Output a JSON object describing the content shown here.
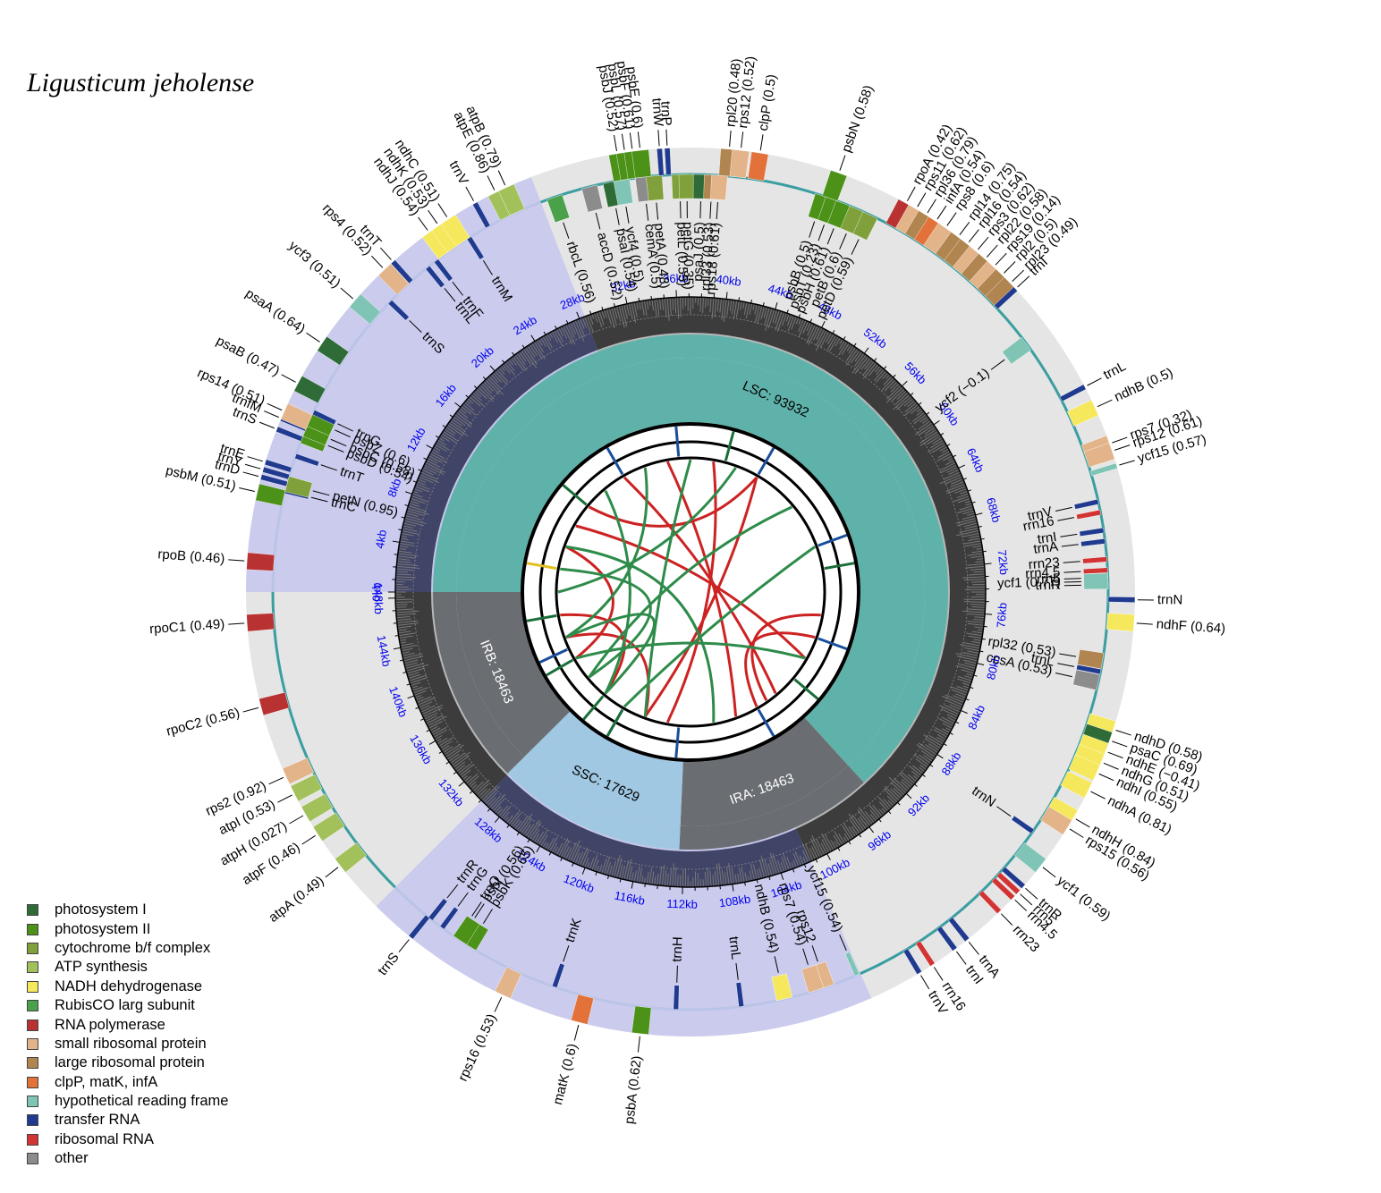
{
  "title": "Ligusticum jeholense",
  "legend": [
    {
      "label": "photosystem I",
      "color": "#2e6b36"
    },
    {
      "label": "photosystem II",
      "color": "#4c9118"
    },
    {
      "label": "cytochrome b/f complex",
      "color": "#7fa03a"
    },
    {
      "label": "ATP synthesis",
      "color": "#a3c15a"
    },
    {
      "label": "NADH dehydrogenase",
      "color": "#f5e85c"
    },
    {
      "label": "RubisCO larg subunit",
      "color": "#4aa14a"
    },
    {
      "label": "RNA polymerase",
      "color": "#b83232"
    },
    {
      "label": "small ribosomal protein",
      "color": "#e3b489"
    },
    {
      "label": "large ribosomal protein",
      "color": "#b08550"
    },
    {
      "label": "clpP, matK, infA",
      "color": "#e2723a"
    },
    {
      "label": "hypothetical reading frame",
      "color": "#7fc4b4"
    },
    {
      "label": "transfer RNA",
      "color": "#1f3a8f"
    },
    {
      "label": "ribosomal RNA",
      "color": "#d23333"
    },
    {
      "label": "other",
      "color": "#8c8c8c"
    }
  ],
  "regions": [
    {
      "label": "LSC: 93932",
      "start": 0,
      "end": 93932,
      "color": "#5fb2aa",
      "text_color": "#000000"
    },
    {
      "label": "IRA: 18463",
      "start": 93932,
      "end": 112395,
      "color": "#6a6e72",
      "text_color": "#ffffff"
    },
    {
      "label": "SSC: 17629",
      "start": 112395,
      "end": 130024,
      "color": "#a0c8e2",
      "text_color": "#000000"
    },
    {
      "label": "IRB: 18463",
      "start": 130024,
      "end": 148487,
      "color": "#6a6e72",
      "text_color": "#ffffff"
    }
  ],
  "genome_length": 148487,
  "ticks": [
    "4kb",
    "8kb",
    "12kb",
    "16kb",
    "20kb",
    "24kb",
    "28kb",
    "32kb",
    "36kb",
    "40kb",
    "44kb",
    "48kb",
    "52kb",
    "56kb",
    "60kb",
    "64kb",
    "68kb",
    "72kb",
    "76kb",
    "80kb",
    "84kb",
    "88kb",
    "92kb",
    "96kb",
    "100kb",
    "104kb",
    "108kb",
    "112kb",
    "116kb",
    "120kb",
    "124kb",
    "128kb",
    "132kb",
    "136kb",
    "140kb",
    "144kb",
    "148kb",
    "0kb"
  ],
  "genes": [
    {
      "label": "psbA (0.62)",
      "angle": 263.5,
      "side": "out",
      "color": "#4c9118"
    },
    {
      "label": "trnH",
      "angle": 268.0,
      "side": "in",
      "color": "#1f3a8f"
    },
    {
      "label": "matK (0.6)",
      "angle": 255.5,
      "side": "out",
      "color": "#e2723a"
    },
    {
      "label": "trnK",
      "angle": 251.0,
      "side": "in",
      "color": "#1f3a8f"
    },
    {
      "label": "rps16 (0.53)",
      "angle": 245.0,
      "side": "out",
      "color": "#e3b489"
    },
    {
      "label": "trnQ",
      "angle": 236.0,
      "side": "in",
      "color": "#1f3a8f"
    },
    {
      "label": "trnS",
      "angle": 231.0,
      "side": "out",
      "color": "#1f3a8f"
    },
    {
      "label": "psbK (0.65)",
      "angle": 238.0,
      "side": "in",
      "color": "#4c9118"
    },
    {
      "label": "psbI (0.56)",
      "angle": 236.5,
      "side": "in",
      "color": "#4c9118"
    },
    {
      "label": "trnG",
      "angle": 233.5,
      "side": "in",
      "color": "#1f3a8f"
    },
    {
      "label": "trnR",
      "angle": 231.5,
      "side": "in",
      "color": "#1f3a8f"
    },
    {
      "label": "atpA (0.49)",
      "angle": 218.0,
      "side": "out",
      "color": "#a3c15a"
    },
    {
      "label": "atpF (0.46)",
      "angle": 213.0,
      "side": "out",
      "color": "#a3c15a"
    },
    {
      "label": "atpH (0.027)",
      "angle": 210.0,
      "side": "out",
      "color": "#a3c15a"
    },
    {
      "label": "atpI (0.53)",
      "angle": 207.0,
      "side": "out",
      "color": "#a3c15a"
    },
    {
      "label": "rps2 (0.92)",
      "angle": 204.5,
      "side": "out",
      "color": "#e3b489"
    },
    {
      "label": "rpoC2 (0.56)",
      "angle": 195.0,
      "side": "out",
      "color": "#b83232"
    },
    {
      "label": "rpoC1 (0.49)",
      "angle": 184.0,
      "side": "out",
      "color": "#b83232"
    },
    {
      "label": "rpoB (0.46)",
      "angle": 176.0,
      "side": "out",
      "color": "#b83232"
    },
    {
      "label": "psbM (0.51)",
      "angle": 167.0,
      "side": "out",
      "color": "#4c9118"
    },
    {
      "label": "trnD",
      "angle": 165.0,
      "side": "out",
      "color": "#1f3a8f"
    },
    {
      "label": "trnY",
      "angle": 164.0,
      "side": "out",
      "color": "#1f3a8f"
    },
    {
      "label": "trnE",
      "angle": 163.0,
      "side": "out",
      "color": "#1f3a8f"
    },
    {
      "label": "trnC",
      "angle": 166.0,
      "side": "in",
      "color": "#1f3a8f"
    },
    {
      "label": "petN (0.95)",
      "angle": 165.0,
      "side": "in",
      "color": "#7fa03a"
    },
    {
      "label": "trnT",
      "angle": 161.0,
      "side": "in",
      "color": "#1f3a8f"
    },
    {
      "label": "psbD (0.54)",
      "angle": 158.0,
      "side": "in",
      "color": "#4c9118"
    },
    {
      "label": "psbC (0.58)",
      "angle": 157.0,
      "side": "in",
      "color": "#4c9118"
    },
    {
      "label": "psbZ (0.6)",
      "angle": 155.5,
      "side": "in",
      "color": "#4c9118"
    },
    {
      "label": "trnG",
      "angle": 154.5,
      "side": "in",
      "color": "#1f3a8f"
    },
    {
      "label": "trnS",
      "angle": 158.5,
      "side": "out",
      "color": "#1f3a8f"
    },
    {
      "label": "trnfM",
      "angle": 157.0,
      "side": "out",
      "color": "#1f3a8f"
    },
    {
      "label": "rps14 (0.51)",
      "angle": 156.0,
      "side": "out",
      "color": "#e3b489"
    },
    {
      "label": "psaB (0.47)",
      "angle": 152.0,
      "side": "out",
      "color": "#2e6b36"
    },
    {
      "label": "psaA (0.64)",
      "angle": 146.0,
      "side": "out",
      "color": "#2e6b36"
    },
    {
      "label": "ycf3 (0.51)",
      "angle": 139.0,
      "side": "out",
      "color": "#7fc4b4"
    },
    {
      "label": "rps4 (0.52)",
      "angle": 133.5,
      "side": "out",
      "color": "#e3b489"
    },
    {
      "label": "trnT",
      "angle": 132.0,
      "side": "out",
      "color": "#1f3a8f"
    },
    {
      "label": "trnS",
      "angle": 136.0,
      "side": "in",
      "color": "#1f3a8f"
    },
    {
      "label": "trnL",
      "angle": 129.0,
      "side": "in",
      "color": "#1f3a8f"
    },
    {
      "label": "trnF",
      "angle": 127.5,
      "side": "in",
      "color": "#1f3a8f"
    },
    {
      "label": "ndhJ (0.54)",
      "angle": 126.0,
      "side": "out",
      "color": "#f5e85c"
    },
    {
      "label": "ndhK (0.53)",
      "angle": 124.5,
      "side": "out",
      "color": "#f5e85c"
    },
    {
      "label": "ndhC (0.51)",
      "angle": 123.0,
      "side": "out",
      "color": "#f5e85c"
    },
    {
      "label": "trnV",
      "angle": 119.0,
      "side": "out",
      "color": "#1f3a8f"
    },
    {
      "label": "trnM",
      "angle": 122.0,
      "side": "in",
      "color": "#1f3a8f"
    },
    {
      "label": "atpE (0.86)",
      "angle": 116.0,
      "side": "out",
      "color": "#a3c15a"
    },
    {
      "label": "atpB (0.79)",
      "angle": 114.5,
      "side": "out",
      "color": "#a3c15a"
    },
    {
      "label": "rbcL (0.56)",
      "angle": 109.0,
      "side": "in",
      "color": "#4aa14a"
    },
    {
      "label": "accD (0.52)",
      "angle": 104.0,
      "side": "in",
      "color": "#8c8c8c"
    },
    {
      "label": "psaI (0.54)",
      "angle": 101.0,
      "side": "in",
      "color": "#2e6b36"
    },
    {
      "label": "ycf4 (0.5)",
      "angle": 99.5,
      "side": "in",
      "color": "#7fc4b4"
    },
    {
      "label": "cemA (0.5)",
      "angle": 96.5,
      "side": "in",
      "color": "#8c8c8c"
    },
    {
      "label": "petA (0.48)",
      "angle": 95.0,
      "side": "in",
      "color": "#7fa03a"
    },
    {
      "label": "psbJ (0.52)",
      "angle": 99.5,
      "side": "out",
      "color": "#4c9118"
    },
    {
      "label": "psbL (0.57)",
      "angle": 98.5,
      "side": "out",
      "color": "#4c9118"
    },
    {
      "label": "psbF (0.61)",
      "angle": 97.5,
      "side": "out",
      "color": "#4c9118"
    },
    {
      "label": "psbE (0.6)",
      "angle": 96.5,
      "side": "out",
      "color": "#4c9118"
    },
    {
      "label": "trnW",
      "angle": 94.0,
      "side": "out",
      "color": "#1f3a8f"
    },
    {
      "label": "trnP",
      "angle": 93.0,
      "side": "out",
      "color": "#1f3a8f"
    },
    {
      "label": "petL (0.55)",
      "angle": 91.5,
      "side": "in",
      "color": "#7fa03a"
    },
    {
      "label": "petG (0.35)",
      "angle": 90.5,
      "side": "in",
      "color": "#7fa03a"
    },
    {
      "label": "psaJ (0.5)",
      "angle": 88.5,
      "side": "in",
      "color": "#2e6b36"
    },
    {
      "label": "rpl33 (0.53)",
      "angle": 87.0,
      "side": "in",
      "color": "#b08550"
    },
    {
      "label": "rps18 (0.61)",
      "angle": 86.0,
      "side": "in",
      "color": "#e3b489"
    },
    {
      "label": "rpl20 (0.48)",
      "angle": 85.0,
      "side": "out",
      "color": "#b08550"
    },
    {
      "label": "rps12 (0.52)",
      "angle": 83.5,
      "side": "out",
      "color": "#e3b489"
    },
    {
      "label": "clpP (0.5)",
      "angle": 81.0,
      "side": "out",
      "color": "#e2723a"
    },
    {
      "label": "psbB (0.5)",
      "angle": 71.5,
      "side": "in",
      "color": "#4c9118"
    },
    {
      "label": "psbT (0.23)",
      "angle": 70.0,
      "side": "in",
      "color": "#4c9118"
    },
    {
      "label": "psbH (0.61)",
      "angle": 68.5,
      "side": "in",
      "color": "#4c9118"
    },
    {
      "label": "petB (0.6)",
      "angle": 66.5,
      "side": "in",
      "color": "#7fa03a"
    },
    {
      "label": "petD (0.59)",
      "angle": 64.5,
      "side": "in",
      "color": "#7fa03a"
    },
    {
      "label": "psbN (0.58)",
      "angle": 70.5,
      "side": "out",
      "color": "#4c9118"
    },
    {
      "label": "rpoA (0.42)",
      "angle": 61.0,
      "side": "out",
      "color": "#b83232"
    },
    {
      "label": "rps11 (0.62)",
      "angle": 59.5,
      "side": "out",
      "color": "#e3b489"
    },
    {
      "label": "rpl36 (0.79)",
      "angle": 58.0,
      "side": "out",
      "color": "#b08550"
    },
    {
      "label": "infA (0.54)",
      "angle": 56.5,
      "side": "out",
      "color": "#e2723a"
    },
    {
      "label": "rps8 (0.6)",
      "angle": 55.0,
      "side": "out",
      "color": "#e3b489"
    },
    {
      "label": "rpl14 (0.75)",
      "angle": 53.0,
      "side": "out",
      "color": "#b08550"
    },
    {
      "label": "rpl16 (0.54)",
      "angle": 51.5,
      "side": "out",
      "color": "#b08550"
    },
    {
      "label": "rps3 (0.62)",
      "angle": 50.0,
      "side": "out",
      "color": "#e3b489"
    },
    {
      "label": "rpl22 (0.58)",
      "angle": 48.5,
      "side": "out",
      "color": "#b08550"
    },
    {
      "label": "rps19 (0.14)",
      "angle": 47.0,
      "side": "out",
      "color": "#e3b489"
    },
    {
      "label": "rpl2 (0.5)",
      "angle": 45.5,
      "side": "out",
      "color": "#b08550"
    },
    {
      "label": "rpl23 (0.49)",
      "angle": 44.0,
      "side": "out",
      "color": "#b08550"
    },
    {
      "label": "trnI",
      "angle": 43.0,
      "side": "out",
      "color": "#1f3a8f"
    },
    {
      "label": "ycf2 (−0.1)",
      "angle": 36.5,
      "side": "in",
      "color": "#7fc4b4"
    },
    {
      "label": "trnL",
      "angle": 27.5,
      "side": "out",
      "color": "#1f3a8f"
    },
    {
      "label": "ndhB (0.5)",
      "angle": 24.5,
      "side": "out",
      "color": "#f5e85c"
    },
    {
      "label": "rps7 (0.32)",
      "angle": 19.5,
      "side": "out",
      "color": "#e3b489"
    },
    {
      "label": "rps12 (0.61)",
      "angle": 18.5,
      "side": "out",
      "color": "#e3b489"
    },
    {
      "label": "ycf15 (0.57)",
      "angle": 16.5,
      "side": "out",
      "color": "#7fc4b4"
    },
    {
      "label": "trnV",
      "angle": 12.5,
      "side": "in",
      "color": "#1f3a8f"
    },
    {
      "label": "rrn16",
      "angle": 11.0,
      "side": "in",
      "color": "#d23333"
    },
    {
      "label": "trnI",
      "angle": 8.5,
      "side": "in",
      "color": "#1f3a8f"
    },
    {
      "label": "trnA",
      "angle": 7.0,
      "side": "in",
      "color": "#1f3a8f"
    },
    {
      "label": "rrn23",
      "angle": 4.5,
      "side": "in",
      "color": "#d23333"
    },
    {
      "label": "rrn4.5",
      "angle": 3.0,
      "side": "in",
      "color": "#d23333"
    },
    {
      "label": "rrn5",
      "angle": 2.0,
      "side": "in",
      "color": "#d23333"
    },
    {
      "label": "trnR",
      "angle": 1.0,
      "side": "in",
      "color": "#1f3a8f"
    },
    {
      "label": "trnN",
      "angle": -1.0,
      "side": "out",
      "color": "#1f3a8f"
    },
    {
      "label": "ycf1 (0.77)",
      "angle": 1.5,
      "side": "in",
      "color": "#7fc4b4"
    },
    {
      "label": "ndhF (0.64)",
      "angle": -4.0,
      "side": "out",
      "color": "#f5e85c"
    },
    {
      "label": "rpl32 (0.53)",
      "angle": -9.5,
      "side": "in",
      "color": "#b08550"
    },
    {
      "label": "trnL",
      "angle": -11.0,
      "side": "in",
      "color": "#1f3a8f"
    },
    {
      "label": "ccsA (0.53)",
      "angle": -12.5,
      "side": "in",
      "color": "#8c8c8c"
    },
    {
      "label": "ndhD (0.58)",
      "angle": -18.0,
      "side": "out",
      "color": "#f5e85c"
    },
    {
      "label": "psaC (0.69)",
      "angle": -19.5,
      "side": "out",
      "color": "#2e6b36"
    },
    {
      "label": "ndhE (−0.41)",
      "angle": -21.0,
      "side": "out",
      "color": "#f5e85c"
    },
    {
      "label": "ndhG (0.51)",
      "angle": -22.5,
      "side": "out",
      "color": "#f5e85c"
    },
    {
      "label": "ndhI (0.55)",
      "angle": -24.0,
      "side": "out",
      "color": "#f5e85c"
    },
    {
      "label": "ndhA (0.81)",
      "angle": -26.5,
      "side": "out",
      "color": "#f5e85c"
    },
    {
      "label": "ndhH (0.84)",
      "angle": -30.5,
      "side": "out",
      "color": "#f5e85c"
    },
    {
      "label": "rps15 (0.56)",
      "angle": -32.0,
      "side": "out",
      "color": "#e3b489"
    },
    {
      "label": "ycf1 (0.59)",
      "angle": -38.0,
      "side": "out",
      "color": "#7fc4b4"
    },
    {
      "label": "trnN",
      "angle": -35.0,
      "side": "in",
      "color": "#1f3a8f"
    },
    {
      "label": "trnR",
      "angle": -41.5,
      "side": "out",
      "color": "#1f3a8f"
    },
    {
      "label": "rrn5",
      "angle": -42.5,
      "side": "out",
      "color": "#d23333"
    },
    {
      "label": "rrn4.5",
      "angle": -43.5,
      "side": "out",
      "color": "#d23333"
    },
    {
      "label": "rrn23",
      "angle": -46.0,
      "side": "out",
      "color": "#d23333"
    },
    {
      "label": "trnA",
      "angle": -51.5,
      "side": "out",
      "color": "#1f3a8f"
    },
    {
      "label": "trnI",
      "angle": -53.5,
      "side": "out",
      "color": "#1f3a8f"
    },
    {
      "label": "rrn16",
      "angle": -57.0,
      "side": "out",
      "color": "#d23333"
    },
    {
      "label": "trnV",
      "angle": -59.0,
      "side": "out",
      "color": "#1f3a8f"
    },
    {
      "label": "ycf15 (0.54)",
      "angle": -66.5,
      "side": "in",
      "color": "#7fc4b4"
    },
    {
      "label": "rps12",
      "angle": -71.0,
      "side": "in",
      "color": "#e3b489"
    },
    {
      "label": "rps7 (0.54)",
      "angle": -72.5,
      "side": "in",
      "color": "#e3b489"
    },
    {
      "label": "ndhB (0.54)",
      "angle": -77.0,
      "side": "in",
      "color": "#f5e85c"
    },
    {
      "label": "trnL",
      "angle": -83.0,
      "side": "in",
      "color": "#1f3a8f"
    }
  ]
}
